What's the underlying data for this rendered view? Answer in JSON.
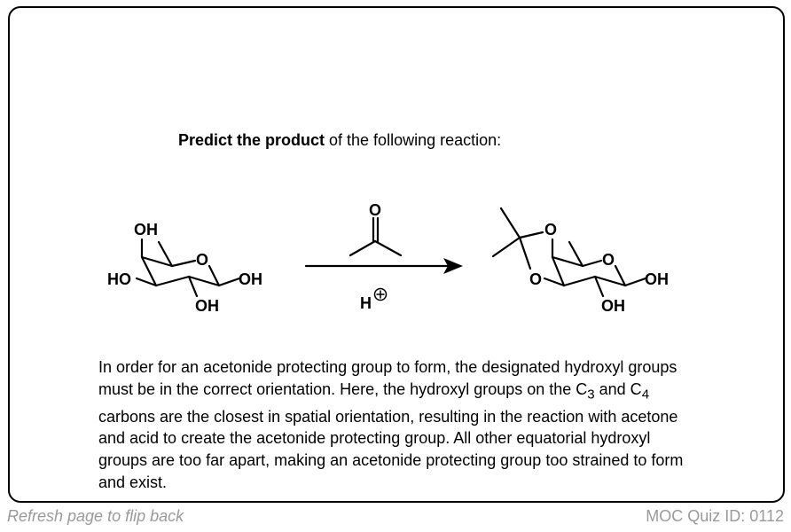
{
  "question": {
    "bold": "Predict the product",
    "rest": " of the following reaction:"
  },
  "reaction": {
    "reactant_labels": {
      "oh_top": "OH",
      "ho_left": "HO",
      "oh_right": "OH",
      "oh_bottom": "OH",
      "ring_o": "O"
    },
    "reagent": {
      "carbonyl_o": "O",
      "acid": "H",
      "charge": "+"
    },
    "product_labels": {
      "o_top": "O",
      "o_left": "O",
      "ring_o": "O",
      "oh_right": "OH",
      "oh_bottom": "OH"
    }
  },
  "explanation": {
    "p1": "In order for an acetonide protecting group to form, the designated hydroxyl groups must be in the correct orientation.  Here, the hydroxyl groups on the C",
    "sub1": "3",
    "p2": " and C",
    "sub2": "4",
    "p3": " carbons are the closest in spatial orientation, resulting in the reaction with acetone and acid to create the acetonide protecting group.  All other equatorial hydroxyl groups are too far apart, making an acetonide protecting group too strained to form and exist."
  },
  "footer": {
    "flip_hint": "Refresh page to flip back",
    "quiz_id": "MOC Quiz ID: 0112"
  }
}
